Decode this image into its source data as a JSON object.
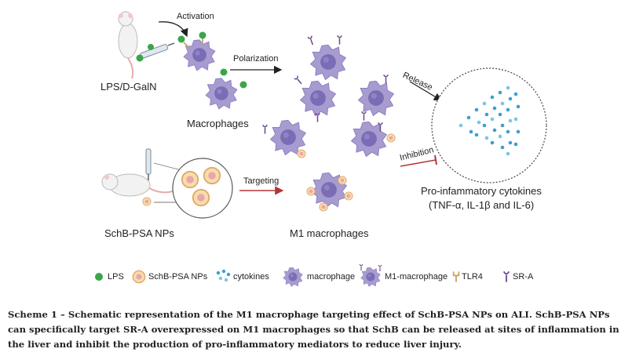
{
  "labels": {
    "activation": "Activation",
    "lps_dgaln": "LPS/D-GalN",
    "macrophages": "Macrophages",
    "polarization": "Polarization",
    "release": "Release",
    "inhibition": "Inhibition",
    "targeting": "Targeting",
    "schb_psa_nps": "SchB-PSA NPs",
    "m1_macrophages": "M1 macrophages",
    "cytokines_title": "Pro-infammatory cytokines",
    "cytokines_list": "(TNF-α, IL-1β and IL-6)"
  },
  "legend": [
    {
      "icon": "lps-dot-icon",
      "label": "LPS"
    },
    {
      "icon": "nanoparticle-icon",
      "label": "SchB-PSA NPs"
    },
    {
      "icon": "cytokines-icon",
      "label": "cytokines"
    },
    {
      "icon": "macrophage-icon",
      "label": "macrophage"
    },
    {
      "icon": "m1-macrophage-icon",
      "label": "M1-macrophage"
    },
    {
      "icon": "tlr4-icon",
      "label": "TLR4"
    },
    {
      "icon": "sr-a-icon",
      "label": "SR-A"
    }
  ],
  "caption": "Scheme 1 – Schematic representation of the M1 macrophage targeting effect of SchB-PSA NPs on ALI. SchB-PSA NPs can specifically target SR-A overexpressed on M1 macrophages so that SchB can be released at sites of inflammation in the liver and inhibit the production of pro-inflammatory mediators to reduce liver injury.",
  "colors": {
    "lps": "#3aa64a",
    "cell": "#a79bd0",
    "nucleus": "#7a6db5",
    "np": "#f1c98a",
    "tlr4": "#c9a46a",
    "sra": "#6d4a8f",
    "cytokine": "#3d9fd1",
    "arrow_dark": "#222222",
    "arrow_red": "#b3363c"
  }
}
